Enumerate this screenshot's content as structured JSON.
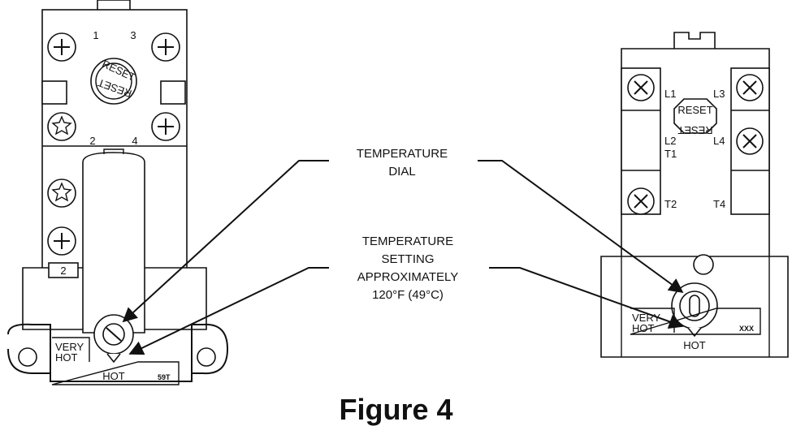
{
  "figure": {
    "caption": "Figure 4",
    "callouts": {
      "dial_line1": "TEMPERATURE",
      "dial_line2": "DIAL",
      "setting_line1": "TEMPERATURE",
      "setting_line2": "SETTING",
      "setting_line3": "APPROXIMATELY",
      "setting_line4": "120°F (49°C)"
    }
  },
  "left_thermostat": {
    "terminal_1": "1",
    "terminal_3": "3",
    "terminal_2": "2",
    "terminal_4": "4",
    "terminal_2_lower": "2",
    "reset_text": "RESET",
    "very_label": "VERY",
    "hot_label": "HOT",
    "hot_bottom": "HOT",
    "model": "59T"
  },
  "right_thermostat": {
    "terminal_l1": "L1",
    "terminal_l3": "L3",
    "terminal_l2": "L2",
    "terminal_t1": "T1",
    "terminal_l4": "L4",
    "terminal_t2": "T2",
    "terminal_t4": "T4",
    "reset_text": "RESET",
    "very_label": "VERY",
    "hot_label": "HOT",
    "hot_bottom": "HOT",
    "model": "XXX"
  }
}
